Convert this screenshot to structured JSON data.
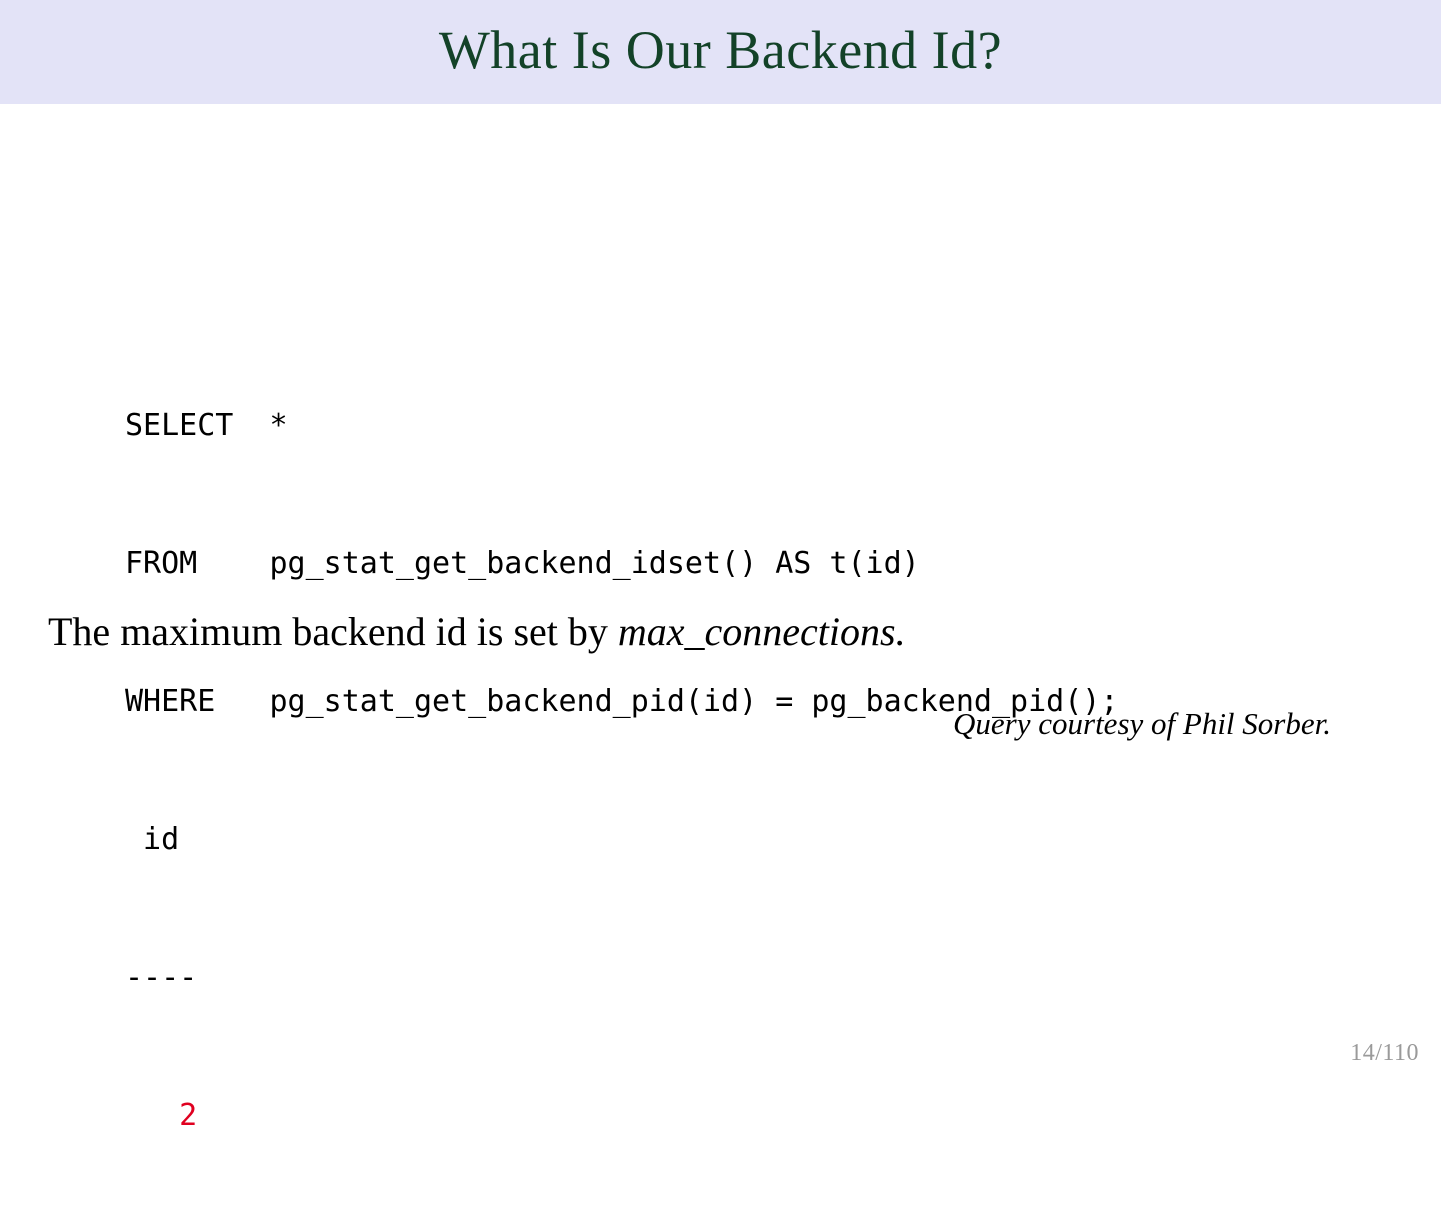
{
  "slide": {
    "title": "What Is Our Backend Id?",
    "title_color": "#134228",
    "header_background": "#e3e3f7",
    "background": "#ffffff"
  },
  "query": {
    "lines": [
      "SELECT  *",
      "FROM    pg_stat_get_backend_idset() AS t(id)",
      "WHERE   pg_stat_get_backend_pid(id) = pg_backend_pid();"
    ],
    "result": {
      "header": " id",
      "separator": "----",
      "value": "   2",
      "value_color": "#e00020"
    }
  },
  "body": {
    "text_before": "The maximum backend id is set by ",
    "emphasis": "max_connections.",
    "attribution": "Query courtesy of Phil Sorber."
  },
  "footer": {
    "page_label": "14/110",
    "current_page": 14,
    "total_pages": 110
  }
}
